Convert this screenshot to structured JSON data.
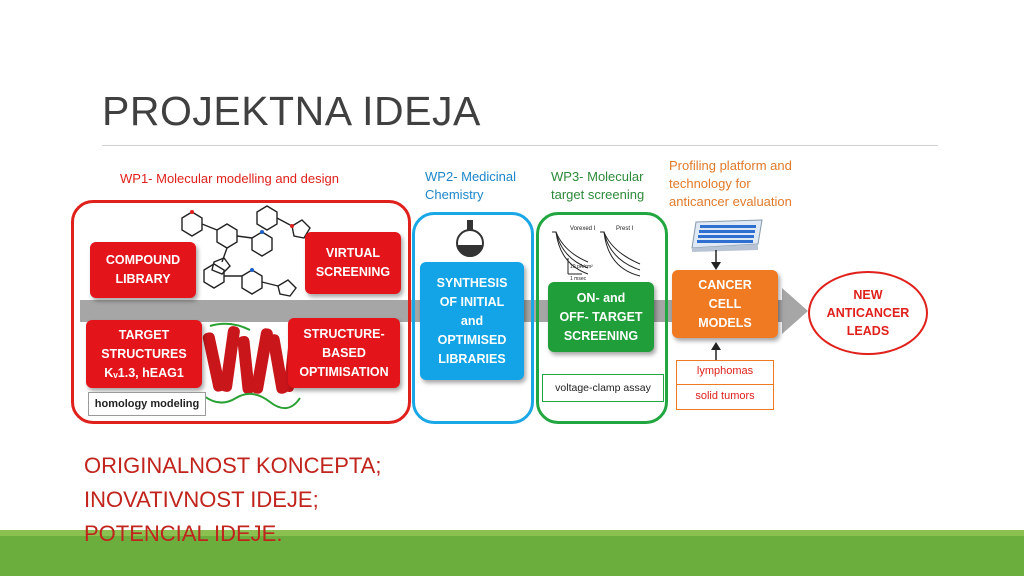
{
  "slide": {
    "title": "PROJEKTNA IDEJA",
    "bullets": [
      "ORIGINALNOST KONCEPTA;",
      "INOVATIVNOST IDEJE;",
      "POTENCIAL IDEJE."
    ]
  },
  "diagram": {
    "wp1": {
      "header": "WP1- Molecular modelling and design",
      "compound_library": [
        "COMPOUND",
        "LIBRARY"
      ],
      "virtual_screening": [
        "VIRTUAL",
        "SCREENING"
      ],
      "target_structures": [
        "TARGET",
        "STRUCTURES",
        "Kᵥ1.3, hEAG1"
      ],
      "structure_based": [
        "STRUCTURE-",
        "BASED",
        "OPTIMISATION"
      ],
      "homology": "homology modeling"
    },
    "wp2": {
      "header": [
        "WP2- Medicinal",
        "Chemistry"
      ],
      "synthesis": [
        "SYNTHESIS",
        "OF INITIAL",
        "and",
        "OPTIMISED",
        "LIBRARIES"
      ]
    },
    "wp3": {
      "header": [
        "WP3- Molecular",
        "target screening"
      ],
      "screening": [
        "ON- and",
        "OFF- TARGET",
        "SCREENING"
      ],
      "assay": "voltage-clamp assay",
      "trace_labels": [
        "Vorexed I",
        "Prest I",
        "10 pA/cm²",
        "1 msec"
      ]
    },
    "profiling": {
      "header": [
        "Profiling platform and",
        "technology for",
        "anticancer evaluation"
      ],
      "cancer_models": [
        "CANCER",
        "CELL",
        "MODELS"
      ],
      "lymphomas": "lymphomas",
      "solid_tumors": "solid tumors"
    },
    "leads": [
      "NEW",
      "ANTICANCER",
      "LEADS"
    ]
  },
  "colors": {
    "wp1_red": "#e0201b",
    "wp2_blue": "#1aa7e6",
    "wp3_green": "#22a640",
    "profiling_orange": "#ef7a22",
    "arrow_gray": "#a6a6a6",
    "bullet_red": "#c0241c",
    "band_green": "#6cae3e"
  }
}
